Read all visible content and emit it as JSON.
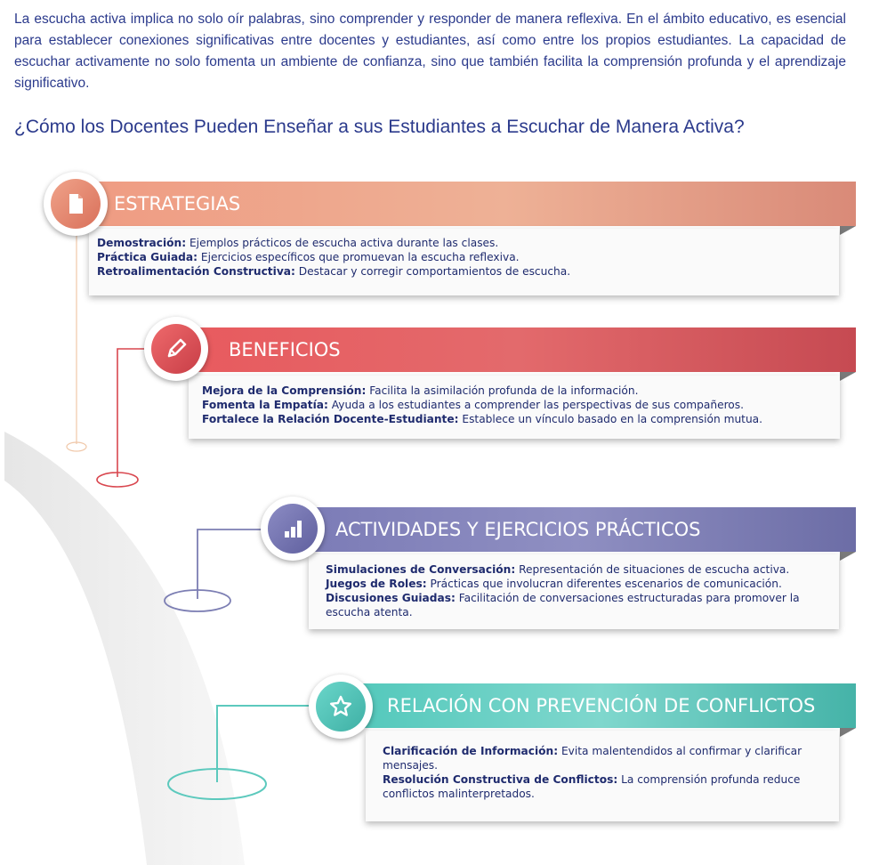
{
  "intro": "La escucha activa implica no solo oír palabras, sino comprender y responder de manera reflexiva. En el ámbito educativo, es esencial para establecer conexiones significativas entre docentes y estudiantes, así como entre los propios estudiantes. La capacidad de escuchar activamente no solo fomenta un ambiente de confianza, sino que también facilita la comprensión profunda y el aprendizaje significativo.",
  "subtitle": "¿Cómo los Docentes Pueden Enseñar a sus Estudiantes a Escuchar de Manera Activa?",
  "colors": {
    "s1": "#e0907a",
    "s2": "#e0565c",
    "s3": "#7c7eb3",
    "s4": "#5cc9bd",
    "text": "#2b3a8c"
  },
  "sections": [
    {
      "title": "ESTRATEGIAS",
      "icon": "document-icon",
      "items": [
        {
          "term": "Demostración:",
          "desc": " Ejemplos prácticos de escucha activa durante las clases."
        },
        {
          "term": "Práctica Guiada:",
          "desc": " Ejercicios específicos que promuevan la escucha reflexiva."
        },
        {
          "term": "Retroalimentación Constructiva:",
          "desc": " Destacar y corregir comportamientos de escucha."
        }
      ]
    },
    {
      "title": "BENEFICIOS",
      "icon": "pencil-icon",
      "items": [
        {
          "term": "Mejora de la Comprensión:",
          "desc": " Facilita la asimilación profunda de la información."
        },
        {
          "term": "Fomenta la Empatía:",
          "desc": " Ayuda a los estudiantes a comprender las perspectivas de sus compañeros."
        },
        {
          "term": "Fortalece la Relación Docente-Estudiante:",
          "desc": " Establece un vínculo basado en la comprensión mutua."
        }
      ]
    },
    {
      "title": "ACTIVIDADES Y EJERCICIOS PRÁCTICOS",
      "icon": "bar-chart-icon",
      "items": [
        {
          "term": "Simulaciones de Conversación:",
          "desc": " Representación de situaciones de escucha activa."
        },
        {
          "term": "Juegos de Roles:",
          "desc": " Prácticas que involucran diferentes escenarios de comunicación."
        },
        {
          "term": "Discusiones Guiadas:",
          "desc": " Facilitación de conversaciones estructuradas para promover la escucha atenta."
        }
      ]
    },
    {
      "title": "RELACIÓN CON PREVENCIÓN DE CONFLICTOS",
      "icon": "star-icon",
      "items": [
        {
          "term": "Clarificación de Información:",
          "desc": " Evita malentendidos al confirmar y clarificar mensajes."
        },
        {
          "term": "Resolución Constructiva de Conflictos:",
          "desc": " La comprensión profunda reduce conflictos malinterpretados."
        }
      ]
    }
  ]
}
